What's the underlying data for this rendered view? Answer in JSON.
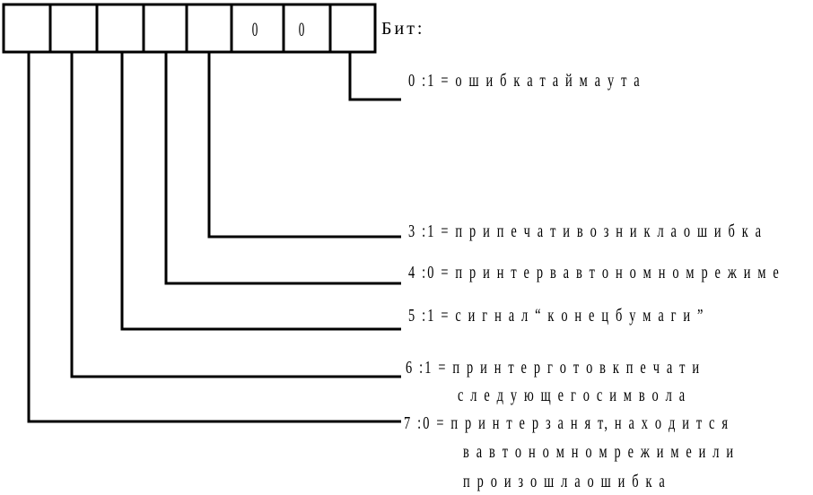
{
  "register": {
    "bits_label": "Бит:",
    "cells": [
      "",
      "",
      "",
      "",
      "",
      "0",
      "0",
      ""
    ]
  },
  "bits": [
    {
      "lines": [
        "0 :1 =  о ш и б к а  т а й м а у т а"
      ]
    },
    {
      "lines": [
        "3 :1 =  п р и  п е ч а т и  в о з н и к л а  о ш и б к а"
      ]
    },
    {
      "lines": [
        "4 :0  =  п р и н т е р  в  а в т о н о м н о м  р е ж и м е"
      ]
    },
    {
      "lines": [
        "5 :1 =  с и г н а л  “ к о н е ц  б у м а г и ”"
      ]
    },
    {
      "lines": [
        "6 :1 =  п р и н т е р  г о т о в  к  п е ч а т и",
        "с л е д у ю щ е г о  с и м в о л а"
      ]
    },
    {
      "lines": [
        "7 :0  =  п р и н т е р  з а н я т,  н а х о д и т с я",
        "в  а в т о н о м н о м  р е ж и м е  и л и",
        "п р о и з о ш л а  о ш и б к а"
      ]
    }
  ]
}
